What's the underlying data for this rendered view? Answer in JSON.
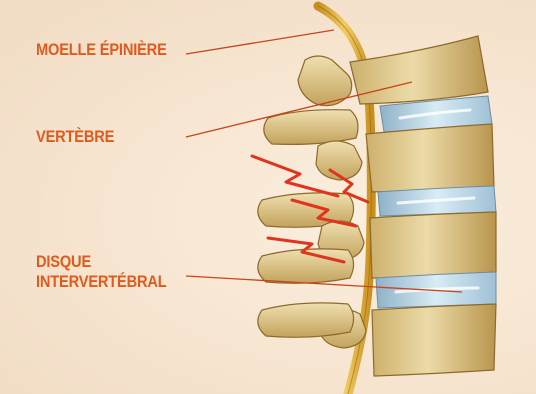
{
  "labels": {
    "spinal_cord": "MOELLE ÉPINIÈRE",
    "vertebra": "VERTÈBRE",
    "disc_line1": "DISQUE",
    "disc_line2": "INTERVERTÉBRAL"
  },
  "colors": {
    "label_text": "#e05a1c",
    "leader_line": "#c8441a",
    "pain_mark": "#e0341c",
    "bone": "#dcc48a",
    "disc": "#a9c8dc",
    "spinal_cord": "#e3b23c",
    "background": "#f7e9d8"
  }
}
